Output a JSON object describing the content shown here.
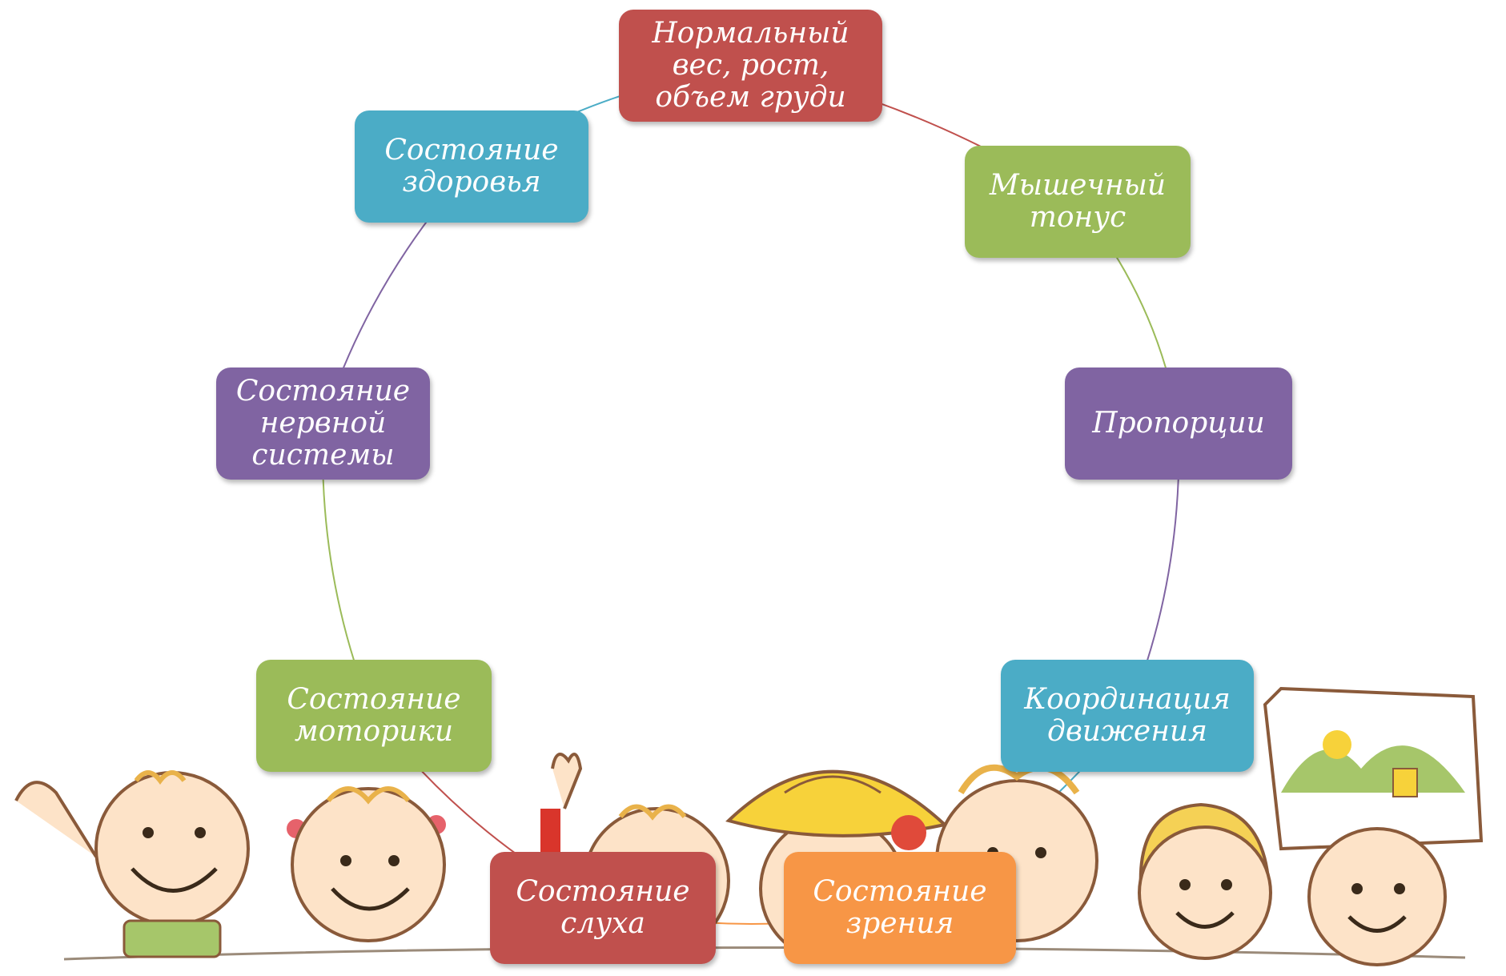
{
  "diagram": {
    "nodes": [
      {
        "id": "weight",
        "text": "Нормальный\nвес, рост,\nобъем груди",
        "color": "#c0504d"
      },
      {
        "id": "muscle",
        "text": "Мышечный\nтонус",
        "color": "#9bbb59"
      },
      {
        "id": "proportions",
        "text": "Пропорции",
        "color": "#8064a2"
      },
      {
        "id": "coordination",
        "text": "Координация\nдвижения",
        "color": "#4bacc6"
      },
      {
        "id": "vision",
        "text": "Состояние\nзрения",
        "color": "#f79646"
      },
      {
        "id": "hearing",
        "text": "Состояние\nслуха",
        "color": "#c0504d"
      },
      {
        "id": "motor",
        "text": "Состояние\nмоторики",
        "color": "#9bbb59"
      },
      {
        "id": "nervous",
        "text": "Состояние\nнервной\nсистемы",
        "color": "#8064a2"
      },
      {
        "id": "health",
        "text": "Состояние\nздоровья",
        "color": "#4bacc6"
      }
    ],
    "edges": [
      {
        "from": "weight",
        "to": "muscle",
        "color": "#c0504d"
      },
      {
        "from": "muscle",
        "to": "proportions",
        "color": "#9bbb59"
      },
      {
        "from": "proportions",
        "to": "coordination",
        "color": "#8064a2"
      },
      {
        "from": "coordination",
        "to": "vision",
        "color": "#4bacc6"
      },
      {
        "from": "vision",
        "to": "hearing",
        "color": "#f79646"
      },
      {
        "from": "hearing",
        "to": "motor",
        "color": "#c0504d"
      },
      {
        "from": "motor",
        "to": "nervous",
        "color": "#9bbb59"
      },
      {
        "from": "nervous",
        "to": "health",
        "color": "#8064a2"
      },
      {
        "from": "health",
        "to": "weight",
        "color": "#4bacc6"
      }
    ]
  },
  "illustration": {
    "description_icon": "cartoon-children-icon"
  }
}
